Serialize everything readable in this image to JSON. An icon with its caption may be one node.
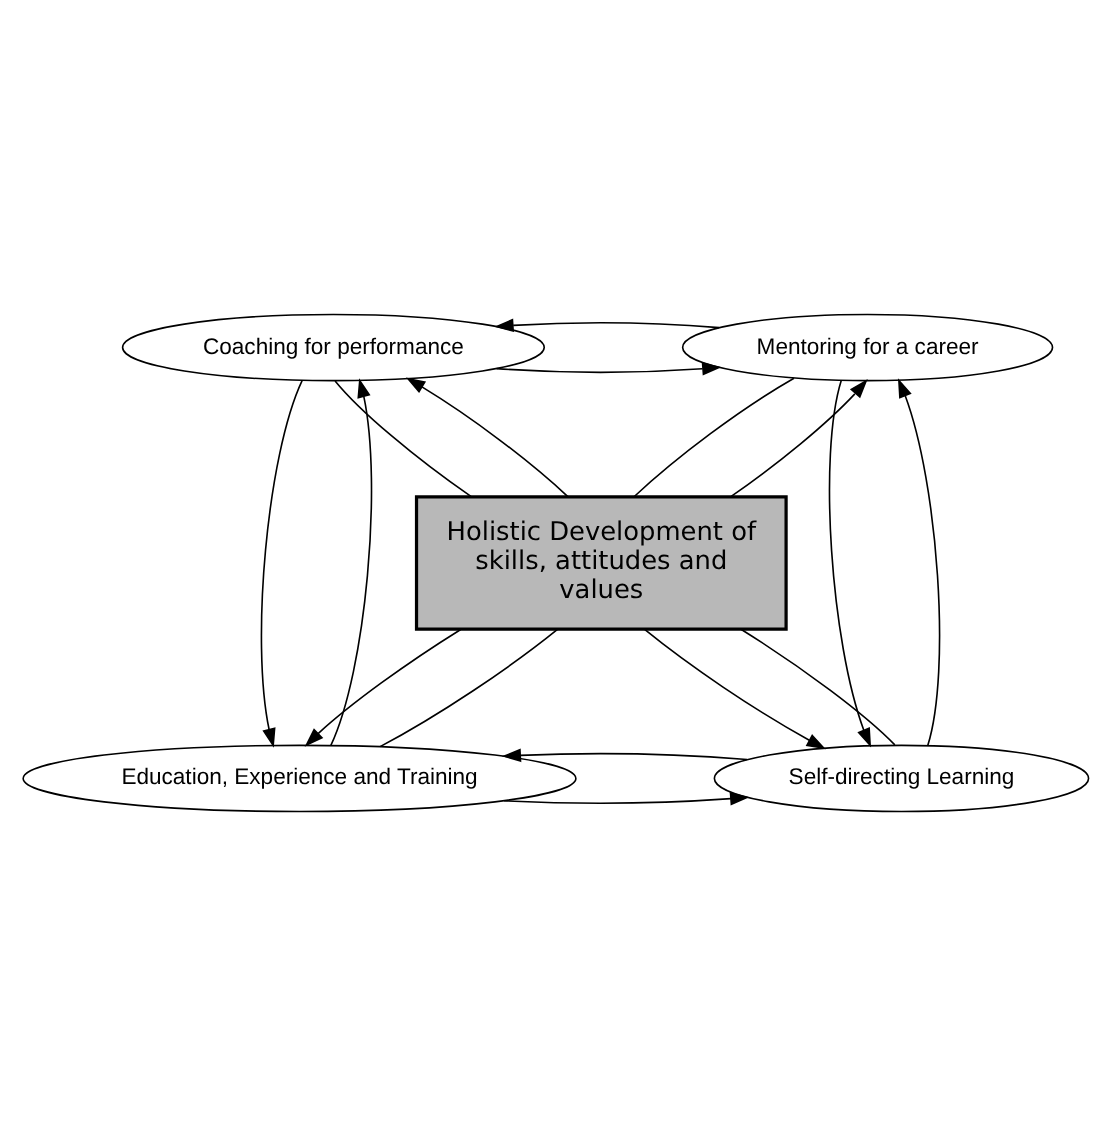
{
  "diagram": {
    "nodes": [
      {
        "text": [
          "Coaching for performance"
        ]
      },
      {
        "text": [
          "Mentoring for a career"
        ]
      },
      {
        "text": [
          "Holistic Development of skills, attitudes and values"
        ]
      },
      {
        "text": [
          "Education, Experience and Training"
        ]
      },
      {
        "text": [
          "Self-directing Learning"
        ]
      }
    ],
    "edges": [
      {
        "from": 0,
        "to": 1,
        "arrow": "to"
      },
      {
        "from": 1,
        "to": 0,
        "arrow": "to"
      },
      {
        "from": 2,
        "to": 0,
        "arrow": "to"
      },
      {
        "from": 0,
        "to": 2,
        "arrow": "none"
      },
      {
        "from": 2,
        "to": 1,
        "arrow": "to"
      },
      {
        "from": 1,
        "to": 2,
        "arrow": "none"
      },
      {
        "from": 0,
        "to": 3,
        "arrow": "to"
      },
      {
        "from": 3,
        "to": 0,
        "arrow": "to"
      },
      {
        "from": 1,
        "to": 4,
        "arrow": "to"
      },
      {
        "from": 4,
        "to": 1,
        "arrow": "to"
      },
      {
        "from": 2,
        "to": 3,
        "arrow": "to"
      },
      {
        "from": 3,
        "to": 2,
        "arrow": "none"
      },
      {
        "from": 2,
        "to": 4,
        "arrow": "to"
      },
      {
        "from": 4,
        "to": 2,
        "arrow": "none"
      },
      {
        "from": 3,
        "to": 4,
        "arrow": "to"
      },
      {
        "from": 4,
        "to": 3,
        "arrow": "to"
      }
    ]
  }
}
